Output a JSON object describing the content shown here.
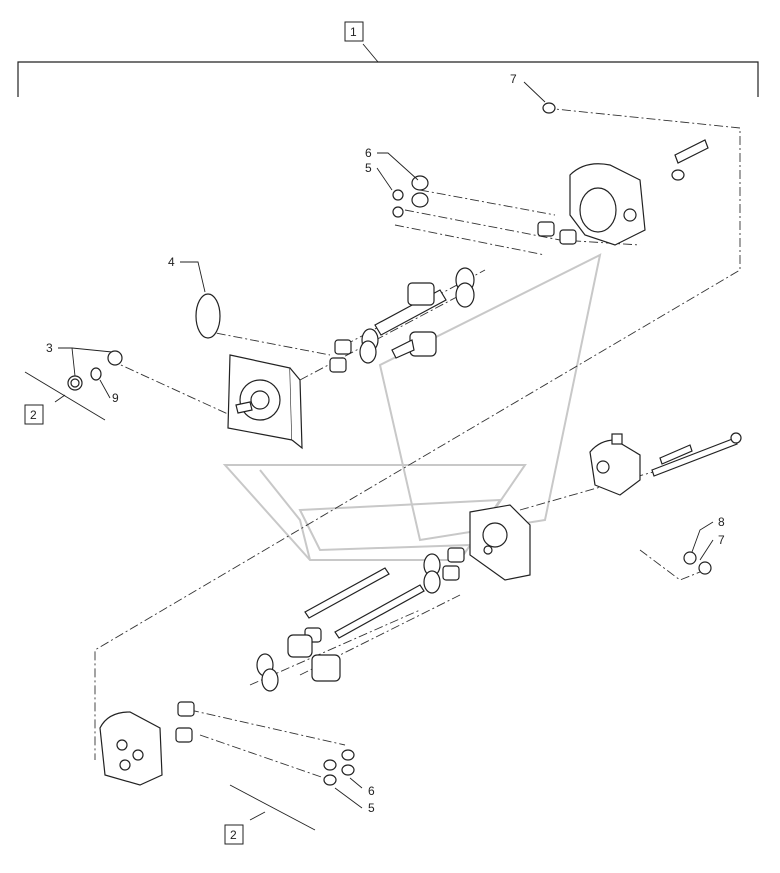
{
  "callouts": {
    "assembly": "1",
    "kit_top": "2",
    "kit_bottom": "2",
    "c3": "3",
    "c4": "4",
    "c5_top": "5",
    "c6_top": "6",
    "c7_top": "7",
    "c9": "9",
    "c8": "8",
    "c7_right": "7",
    "c6_bottom": "6",
    "c5_bottom": "5"
  }
}
